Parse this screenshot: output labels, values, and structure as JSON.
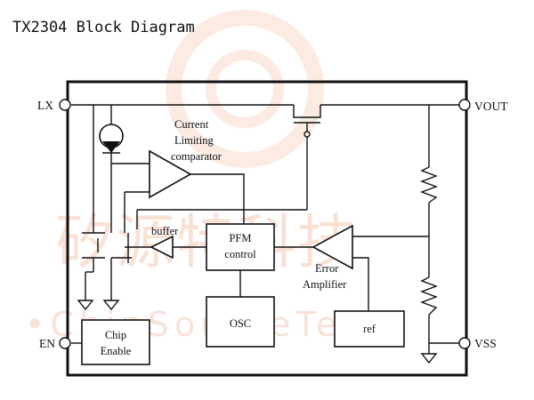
{
  "title": "TX2304 Block Diagram",
  "pins": {
    "lx": "LX",
    "vout": "VOUT",
    "en": "EN",
    "vss": "VSS"
  },
  "blocks": {
    "current_limiting": [
      "Current",
      "Limiting",
      "comparator"
    ],
    "buffer": "buffer",
    "pfm": [
      "PFM",
      "control"
    ],
    "error_amp": [
      "Error",
      "Amplifier"
    ],
    "osc": "OSC",
    "ref": "ref",
    "chip_enable": [
      "Chip",
      "Enable"
    ]
  },
  "watermark": {
    "chinese": "矽源特科技",
    "english": "•ChipSourceTek•"
  },
  "colors": {
    "line": "#111111",
    "watermark": "#f5c9b6"
  }
}
